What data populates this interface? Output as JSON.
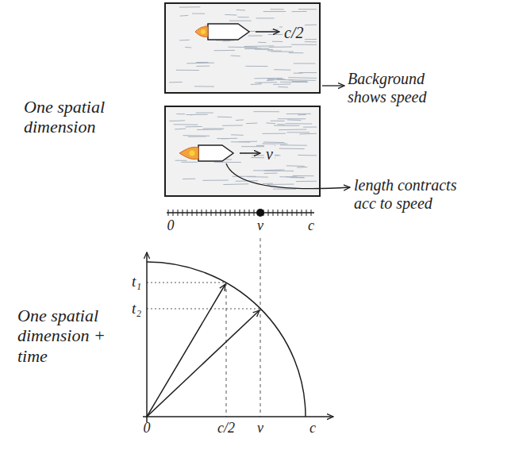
{
  "diagram": {
    "nodes": [
      {
        "text": [
          "c/2"
        ]
      },
      {
        "text": [
          "v"
        ]
      }
    ],
    "labels": [
      "One spatial dimension",
      "Background shows speed",
      "length contracts acc to speed",
      "0",
      "v",
      "c",
      "One spatial dimension + time",
      "t₁",
      "t₂",
      "0",
      "c/2",
      "v",
      "c"
    ]
  }
}
